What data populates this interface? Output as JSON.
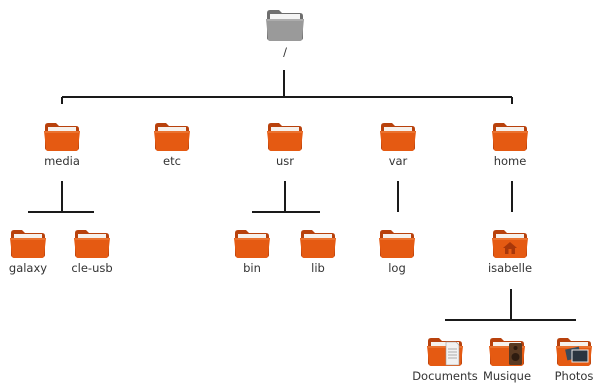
{
  "colors": {
    "folder": "#E55A12",
    "root_folder": "#8C8C8C",
    "connector": "#1A1A1A",
    "text": "#333333"
  },
  "tree": {
    "root": {
      "label": "/",
      "icon": "gray-folder-icon"
    },
    "level1": [
      {
        "key": "media",
        "label": "media",
        "icon": "folder-icon"
      },
      {
        "key": "etc",
        "label": "etc",
        "icon": "folder-icon"
      },
      {
        "key": "usr",
        "label": "usr",
        "icon": "folder-icon"
      },
      {
        "key": "var",
        "label": "var",
        "icon": "folder-icon"
      },
      {
        "key": "home",
        "label": "home",
        "icon": "folder-icon"
      }
    ],
    "media_children": [
      {
        "key": "galaxy",
        "label": "galaxy",
        "icon": "folder-icon"
      },
      {
        "key": "cle-usb",
        "label": "cle-usb",
        "icon": "folder-icon"
      }
    ],
    "usr_children": [
      {
        "key": "bin",
        "label": "bin",
        "icon": "folder-icon"
      },
      {
        "key": "lib",
        "label": "lib",
        "icon": "folder-icon"
      }
    ],
    "var_children": [
      {
        "key": "log",
        "label": "log",
        "icon": "folder-icon"
      }
    ],
    "home_children": [
      {
        "key": "isabelle",
        "label": "isabelle",
        "icon": "home-folder-icon"
      }
    ],
    "isabelle_children": [
      {
        "key": "documents",
        "label": "Documents",
        "icon": "documents-folder-icon"
      },
      {
        "key": "musique",
        "label": "Musique",
        "icon": "music-folder-icon"
      },
      {
        "key": "photos",
        "label": "Photos",
        "icon": "pictures-folder-icon"
      }
    ]
  }
}
